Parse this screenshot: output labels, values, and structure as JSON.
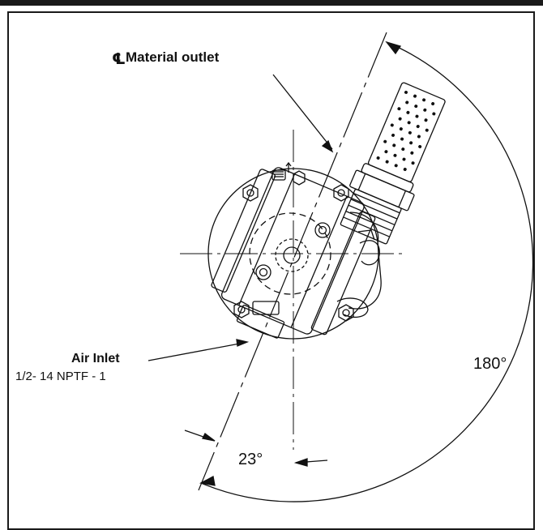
{
  "labels": {
    "centerline_symbol": "℄",
    "material_outlet": "Material outlet",
    "air_inlet_title": "Air Inlet",
    "air_inlet_spec": "1/2- 14 NPTF - 1",
    "angle_large": "180°",
    "angle_small": "23°"
  }
}
